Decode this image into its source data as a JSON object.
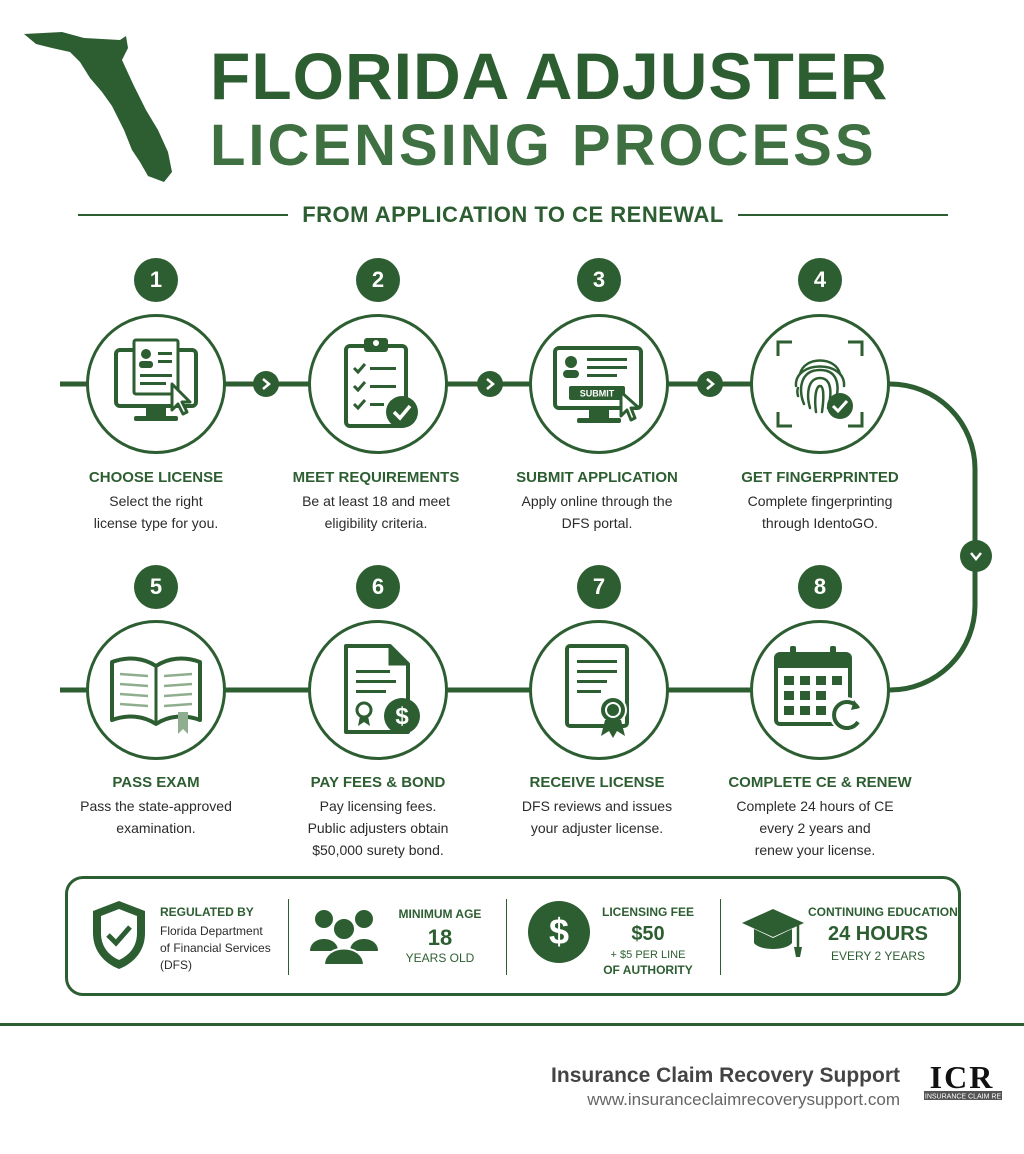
{
  "header": {
    "title_line1": "FLORIDA ADJUSTER",
    "title_line2": "LICENSING PROCESS",
    "subtitle": "FROM APPLICATION TO CE RENEWAL"
  },
  "steps": [
    {
      "number": "1",
      "title": "CHOOSE LICENSE",
      "desc_line1": "Select the right",
      "desc_line2": "license type for you.",
      "desc_line3": ""
    },
    {
      "number": "2",
      "title": "MEET REQUIREMENTS",
      "desc_line1": "Be at least 18 and meet",
      "desc_line2": "eligibility criteria.",
      "desc_line3": ""
    },
    {
      "number": "3",
      "title": "SUBMIT APPLICATION",
      "desc_line1": "Apply online through the",
      "desc_line2": "DFS portal.",
      "desc_line3": "",
      "button_label": "SUBMIT"
    },
    {
      "number": "4",
      "title": "GET FINGERPRINTED",
      "desc_line1": "Complete fingerprinting",
      "desc_line2": "through IdentoGO.",
      "desc_line3": ""
    },
    {
      "number": "5",
      "title": "PASS EXAM",
      "desc_line1": "Pass the state-approved",
      "desc_line2": "examination.",
      "desc_line3": ""
    },
    {
      "number": "6",
      "title": "PAY FEES & BOND",
      "desc_line1": "Pay licensing fees.",
      "desc_line2": "Public adjusters obtain",
      "desc_line3": "$50,000 surety bond."
    },
    {
      "number": "7",
      "title": "RECEIVE LICENSE",
      "desc_line1": "DFS reviews and issues",
      "desc_line2": "your adjuster license.",
      "desc_line3": ""
    },
    {
      "number": "8",
      "title": "COMPLETE CE & RENEW",
      "desc_line1": "Complete 24 hours of CE",
      "desc_line2": "every 2 years and",
      "desc_line3": "renew your license."
    }
  ],
  "info": {
    "regulated": {
      "label": "REGULATED BY",
      "line1": "Florida Department",
      "line2": "of Financial Services",
      "line3": "(DFS)"
    },
    "age": {
      "label": "MINIMUM AGE",
      "value": "18",
      "unit": "YEARS OLD"
    },
    "fee": {
      "label": "LICENSING FEE",
      "value": "$50",
      "note1": "+ $5 PER LINE",
      "note2": "OF AUTHORITY"
    },
    "ce": {
      "label": "CONTINUING EDUCATION",
      "value": "24 HOURS",
      "unit": "EVERY 2 YEARS"
    }
  },
  "footer": {
    "company": "Insurance Claim Recovery Support",
    "url": "www.insuranceclaimrecoverysupport.com",
    "logo_text": "ICR",
    "logo_subtext": "INSURANCE CLAIM RE"
  },
  "colors": {
    "primary": "#2d5e32",
    "text": "#2b2b2b"
  }
}
